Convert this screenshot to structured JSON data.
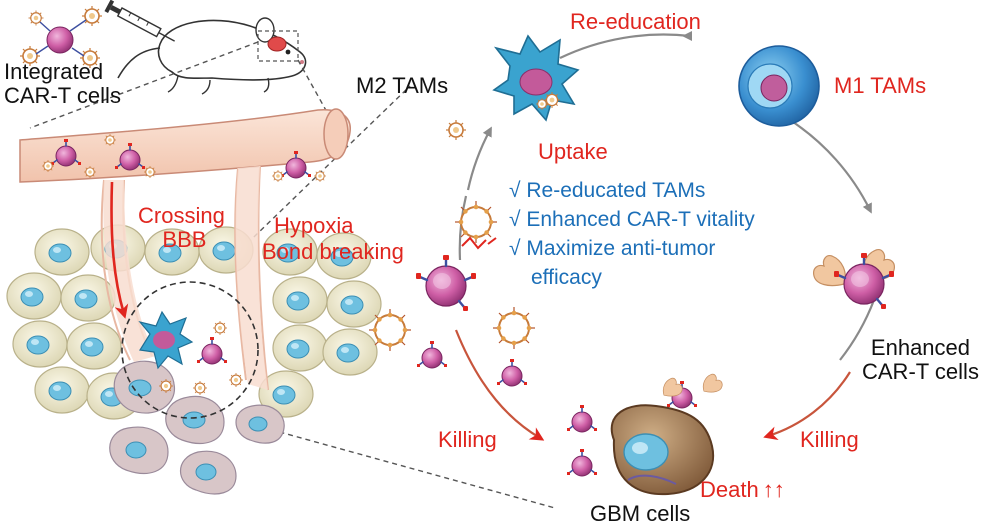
{
  "labels": {
    "integrated_car_t": [
      "Integrated",
      "CAR-T cells"
    ],
    "crossing_bbb": [
      "Crossing",
      "BBB"
    ],
    "hypoxia": "Hypoxia",
    "bond_breaking": "Bond breaking",
    "m2_tams": "M2 TAMs",
    "re_education": "Re-education",
    "m1_tams": "M1 TAMs",
    "uptake": "Uptake",
    "benefits": [
      "√ Re-educated TAMs",
      "√ Enhanced CAR-T vitality",
      "√ Maximize anti-tumor",
      "efficacy"
    ],
    "enhanced_car_t": [
      "Enhanced",
      "CAR-T cells"
    ],
    "killing_left": "Killing",
    "killing_right": "Killing",
    "death": "Death",
    "death_arrows": "↑↑",
    "gbm_cells": "GBM cells"
  },
  "colors": {
    "label_red": "#e0261f",
    "label_blue": "#1c6fb8",
    "label_black": "#111111",
    "cycle_grey": "#8a8a8a",
    "kill_arrow": "#c8553c",
    "car_t_cell": "#c9559e",
    "macrophage": "#3aa3cf",
    "m1_cell": "#3a84c6",
    "tumor_cell": "#a07a55",
    "vessel": "#f6d3c1",
    "tissue_cell": "#ece7cc"
  },
  "icons": [
    "mouse-icon",
    "syringe-icon",
    "blood-vessel-icon",
    "car-t-cell-icon",
    "m2-macrophage-icon",
    "m1-macrophage-icon",
    "muscle-arm-icon",
    "gbm-tumor-cell-icon",
    "nanoparticle-icon"
  ]
}
